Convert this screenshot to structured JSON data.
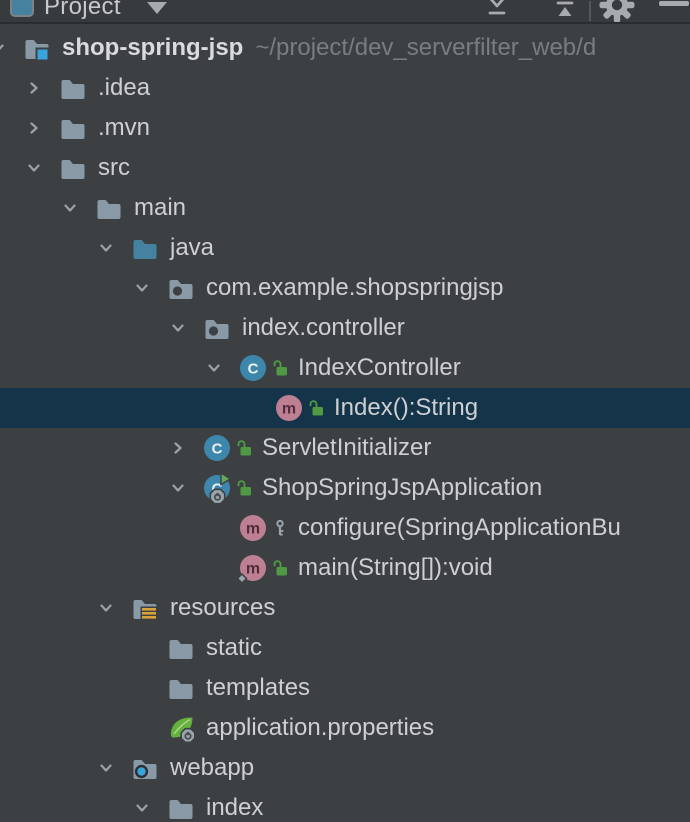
{
  "toolbar": {
    "title": "Project",
    "buttons": [
      {
        "name": "expand-all"
      },
      {
        "name": "collapse-all"
      },
      {
        "name": "settings"
      },
      {
        "name": "hide-tool-window"
      }
    ]
  },
  "colors": {
    "bg": "#3d4043",
    "selection": "#14344a",
    "text": "#cdcfd3",
    "dim": "#797d82",
    "chevron": "#9ea1a5",
    "folder": "#8a99a6",
    "java_blue": "#44829f",
    "class_blue": "#3e87ac",
    "method_rose": "#bd7f92",
    "method_letter": "#542b3c",
    "lock_green": "#4f9a43",
    "run_green": "#64a85c",
    "spring_green": "#64b23c",
    "spring_vein": "#a6d488",
    "amber": "#d9a33c",
    "web_blue": "#38a4de",
    "badge_gray": "#9aa4ab",
    "letter_white": "#eff3f5"
  },
  "tree": {
    "rows": [
      {
        "label": "shop-spring-jsp",
        "hint": "~/project/dev_serverfilter_web/d",
        "level": 0,
        "chevron": "down",
        "icon": "folder-project",
        "modifier": null,
        "selected": false,
        "bold": true
      },
      {
        "label": ".idea",
        "level": 1,
        "chevron": "right",
        "icon": "folder",
        "modifier": null,
        "selected": false
      },
      {
        "label": ".mvn",
        "level": 1,
        "chevron": "right",
        "icon": "folder",
        "modifier": null,
        "selected": false
      },
      {
        "label": "src",
        "level": 1,
        "chevron": "down",
        "icon": "folder",
        "modifier": null,
        "selected": false
      },
      {
        "label": "main",
        "level": 2,
        "chevron": "down",
        "icon": "folder",
        "modifier": null,
        "selected": false
      },
      {
        "label": "java",
        "level": 3,
        "chevron": "down",
        "icon": "folder-source",
        "modifier": null,
        "selected": false
      },
      {
        "label": "com.example.shopspringjsp",
        "level": 4,
        "chevron": "down",
        "icon": "package",
        "modifier": null,
        "selected": false
      },
      {
        "label": "index.controller",
        "level": 5,
        "chevron": "down",
        "icon": "package",
        "modifier": null,
        "selected": false
      },
      {
        "label": "IndexController",
        "level": 6,
        "chevron": "down",
        "icon": "class",
        "modifier": "lock",
        "selected": false
      },
      {
        "label": "Index():String",
        "level": 7,
        "chevron": null,
        "icon": "method",
        "modifier": "lock",
        "selected": true
      },
      {
        "label": "ServletInitializer",
        "level": 5,
        "chevron": "right",
        "icon": "class",
        "modifier": "lock",
        "selected": false
      },
      {
        "label": "ShopSpringJspApplication",
        "level": 5,
        "chevron": "down",
        "icon": "class-run",
        "modifier": "lock",
        "selected": false
      },
      {
        "label": "configure(SpringApplicationBu",
        "level": 6,
        "chevron": null,
        "icon": "method",
        "modifier": "key",
        "selected": false
      },
      {
        "label": "main(String[]):void",
        "level": 6,
        "chevron": null,
        "icon": "method-static",
        "modifier": "lock",
        "selected": false
      },
      {
        "label": "resources",
        "level": 3,
        "chevron": "down",
        "icon": "folder-resources",
        "modifier": null,
        "selected": false
      },
      {
        "label": "static",
        "level": 4,
        "chevron": null,
        "icon": "folder",
        "modifier": null,
        "selected": false
      },
      {
        "label": "templates",
        "level": 4,
        "chevron": null,
        "icon": "folder",
        "modifier": null,
        "selected": false
      },
      {
        "label": "application.properties",
        "level": 4,
        "chevron": null,
        "icon": "spring-file",
        "modifier": null,
        "selected": false
      },
      {
        "label": "webapp",
        "level": 3,
        "chevron": "down",
        "icon": "folder-web",
        "modifier": null,
        "selected": false
      },
      {
        "label": "index",
        "level": 4,
        "chevron": "down",
        "icon": "folder",
        "modifier": null,
        "selected": false
      }
    ]
  }
}
